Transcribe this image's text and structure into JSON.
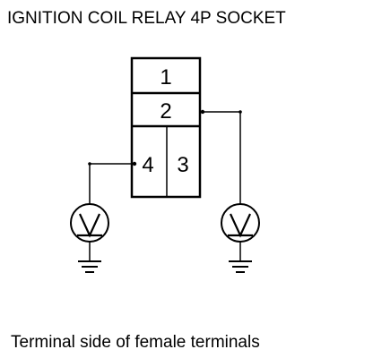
{
  "title": "IGNITION COIL RELAY 4P SOCKET",
  "caption": "Terminal side of female terminals",
  "terminals": [
    "1",
    "2",
    "4",
    "3"
  ]
}
